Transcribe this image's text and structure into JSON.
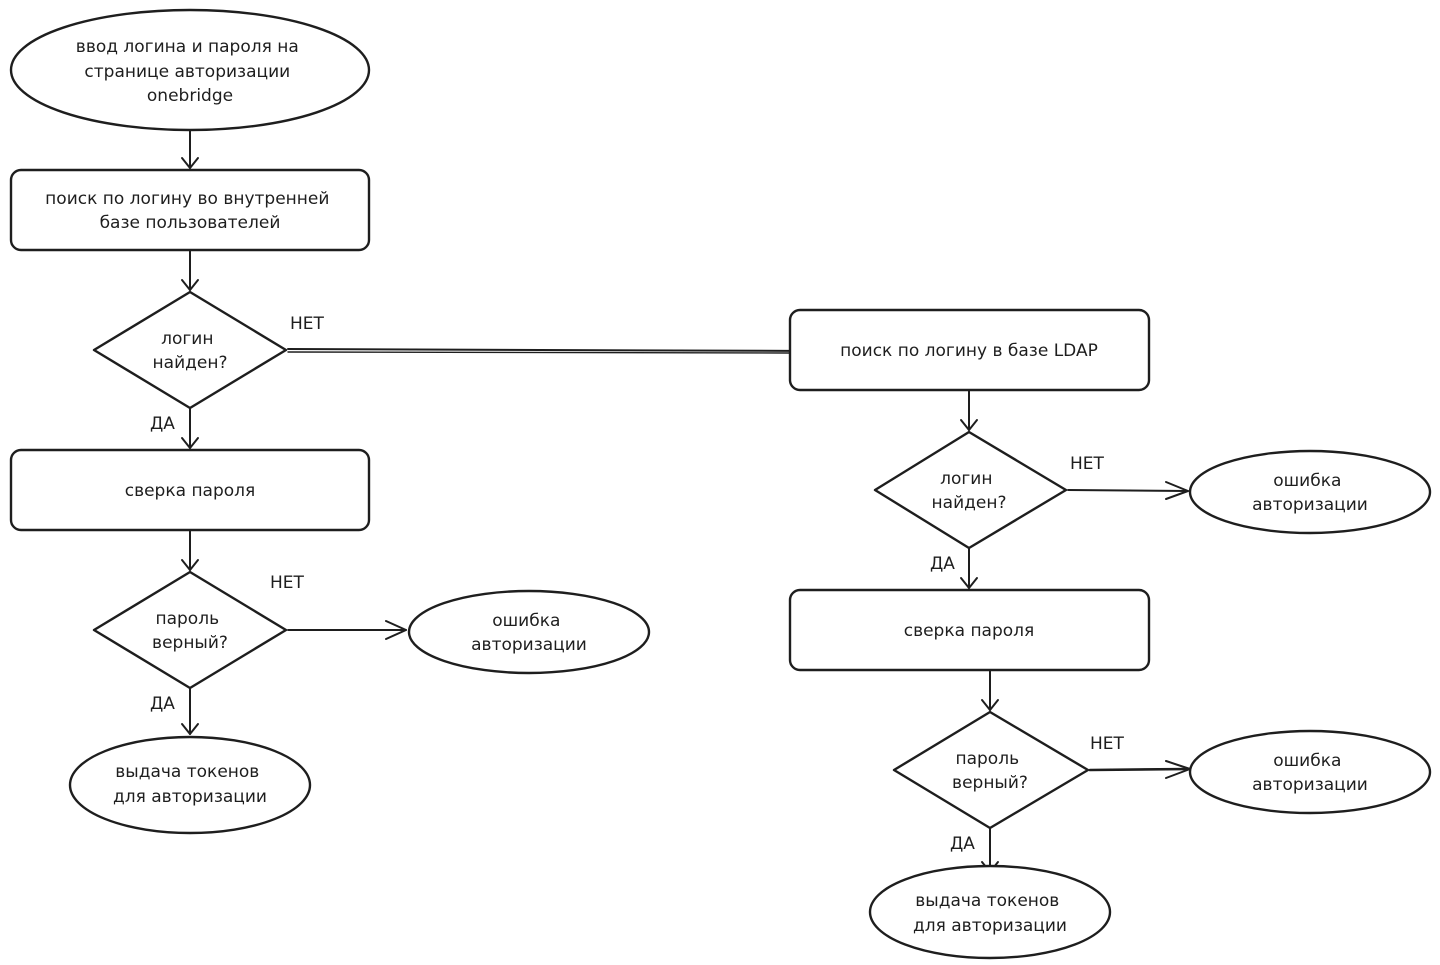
{
  "colors": {
    "stroke": "#1e1e1e",
    "background": "#ffffff"
  },
  "nodes": {
    "start": {
      "lines": [
        "ввод логина и пароля на",
        "странице авторизации",
        "onebridge"
      ]
    },
    "search_internal": {
      "lines": [
        "поиск по логину во внутренней",
        "базе пользователей"
      ]
    },
    "found_internal": {
      "lines": [
        "логин",
        "найден?"
      ]
    },
    "check_pw_internal": {
      "lines": [
        "сверка пароля"
      ]
    },
    "pw_ok_internal": {
      "lines": [
        "пароль",
        "верный?"
      ]
    },
    "error_internal": {
      "lines": [
        "ошибка",
        "авторизации"
      ]
    },
    "tokens_internal": {
      "lines": [
        "выдача токенов",
        "для авторизации"
      ]
    },
    "search_ldap": {
      "lines": [
        "поиск по логину в базе LDAP"
      ]
    },
    "found_ldap": {
      "lines": [
        "логин",
        "найден?"
      ]
    },
    "error_ldap_login": {
      "lines": [
        "ошибка",
        "авторизации"
      ]
    },
    "check_pw_ldap": {
      "lines": [
        "сверка пароля"
      ]
    },
    "pw_ok_ldap": {
      "lines": [
        "пароль",
        "верный?"
      ]
    },
    "error_ldap_pw": {
      "lines": [
        "ошибка",
        "авторизации"
      ]
    },
    "tokens_ldap": {
      "lines": [
        "выдача токенов",
        "для авторизации"
      ]
    }
  },
  "labels": {
    "no_found_internal": "НЕТ",
    "yes_found_internal": "ДА",
    "no_pw_internal": "НЕТ",
    "yes_pw_internal": "ДА",
    "no_found_ldap": "НЕТ",
    "yes_found_ldap": "ДА",
    "no_pw_ldap": "НЕТ",
    "yes_pw_ldap": "ДА"
  }
}
